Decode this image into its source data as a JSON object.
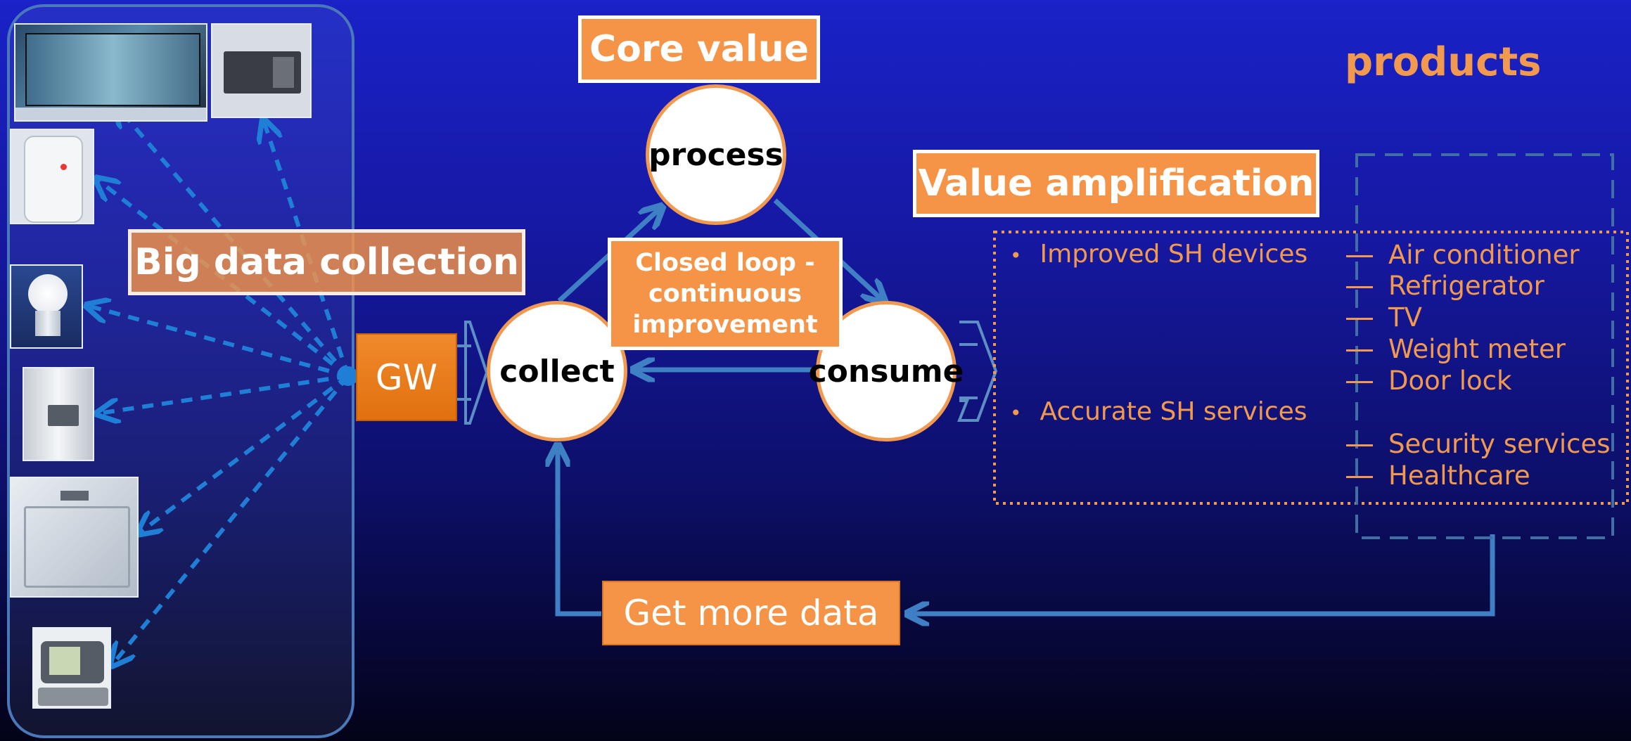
{
  "labels": {
    "core_value": "Core value",
    "big_data_collection": "Big data collection",
    "value_amplification": "Value amplification",
    "products": "products",
    "gw": "GW",
    "closed_loop": "Closed loop - continuous improvement",
    "get_more_data": "Get more data"
  },
  "cycle": {
    "process": "process",
    "collect": "collect",
    "consume": "consume"
  },
  "value_items": [
    {
      "bullet": "•",
      "text": "Improved SH devices"
    },
    {
      "bullet": "•",
      "text": "Accurate SH services"
    }
  ],
  "products_list": [
    "Air conditioner",
    "Refrigerator",
    "TV",
    "Weight meter",
    "Door lock",
    "Security services",
    "Healthcare"
  ],
  "devices": [
    {
      "icon": "smart-tv-icon"
    },
    {
      "icon": "microwave-icon"
    },
    {
      "icon": "smart-plug-icon"
    },
    {
      "icon": "light-bulb-icon"
    },
    {
      "icon": "refrigerator-icon"
    },
    {
      "icon": "weight-scale-icon"
    },
    {
      "icon": "blood-pressure-monitor-icon"
    }
  ],
  "colors": {
    "accent_orange": "#f59446",
    "text_orange": "#f1994f",
    "arrow_blue": "#3f7fc4",
    "dashed_blue": "#1f7fd6"
  }
}
